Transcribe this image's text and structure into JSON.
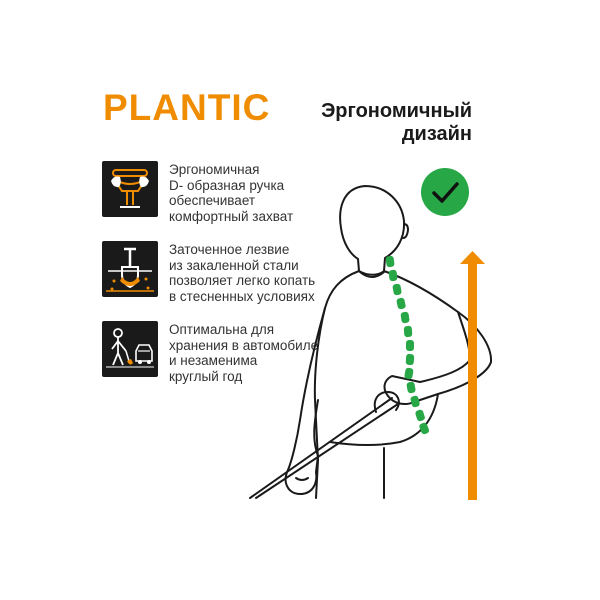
{
  "brand": {
    "name": "PLANTIC",
    "color": "#f08c00"
  },
  "headline": {
    "lines": [
      "Эргономичный",
      "дизайн"
    ]
  },
  "features": [
    {
      "icon": "d-handle-grip-icon",
      "lines": [
        "Эргономичная",
        "D- образная ручка",
        "обеспечивает",
        "комфортный захват"
      ]
    },
    {
      "icon": "shovel-in-soil-icon",
      "lines": [
        "Заточенное лезвие",
        "из закаленной стали",
        "позволяет легко копать",
        "в стесненных условиях"
      ]
    },
    {
      "icon": "person-shovel-car-icon",
      "lines": [
        "Оптимальна для",
        "хранения в автомобиле",
        "и незаменима",
        "круглый год"
      ]
    }
  ],
  "illustration": {
    "figure": "person-holding-shovel",
    "check_icon": "check-circle-icon",
    "arrow_icon": "up-arrow-icon",
    "colors": {
      "accent": "#f08c00",
      "spine": "#27a745",
      "check_bg": "#27a745",
      "ink": "#1a1a1a"
    }
  }
}
